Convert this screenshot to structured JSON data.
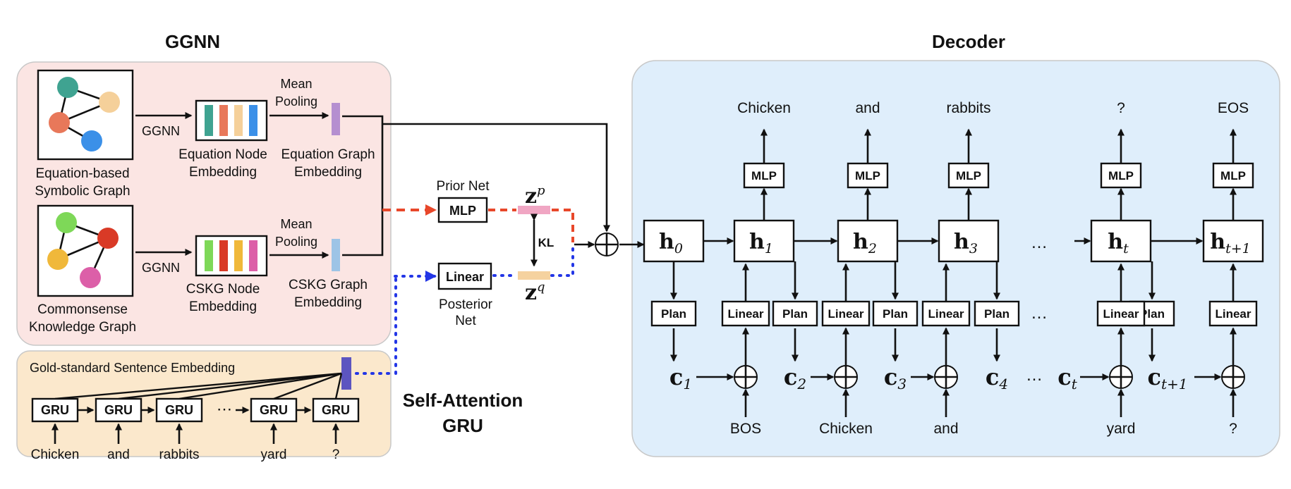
{
  "titles": {
    "ggnn": "GGNN",
    "decoder": "Decoder",
    "self_attention": [
      "Self-Attention",
      "GRU"
    ]
  },
  "encoder": {
    "graph1_label": [
      "Equation-based",
      "Symbolic Graph"
    ],
    "graph2_label": [
      "Commonsense",
      "Knowledge Graph"
    ],
    "ggnn_arrow": "GGNN",
    "node_emb1": [
      "Equation Node",
      "Embedding"
    ],
    "node_emb2": [
      "CSKG Node",
      "Embedding"
    ],
    "mean_pooling": [
      "Mean",
      "Pooling"
    ],
    "graph_emb1": [
      "Equation Graph",
      "Embedding"
    ],
    "graph_emb2": [
      "CSKG Graph",
      "Embedding"
    ]
  },
  "colors": {
    "left_panel": "#fbe5e3",
    "gru_panel": "#fbe8cc",
    "decoder_panel": "#dfeefb",
    "prior_line": "#e8472a",
    "posterior_line": "#2336e6",
    "node_teal": "#3fa391",
    "node_orange": "#e8785a",
    "node_peach": "#f5d09a",
    "node_blue": "#3b90e8",
    "node_green": "#7ed858",
    "node_red": "#d93a26",
    "node_yellow": "#f0b83a",
    "node_pink": "#dc5fa8",
    "eq_graph_emb": "#b58fd0",
    "cskg_graph_emb": "#9dc4e6",
    "zp_bar": "#f0a6c3",
    "zq_bar": "#f5d29f",
    "gold_emb": "#5c55c0"
  },
  "gru": {
    "title": "Gold-standard Sentence Embedding",
    "cell": "GRU",
    "words": [
      "Chicken",
      "and",
      "rabbits",
      "yard",
      "?"
    ]
  },
  "latent": {
    "prior_net": "Prior Net",
    "mlp": "MLP",
    "linear": "Linear",
    "posterior_net": [
      "Posterior",
      "Net"
    ],
    "kl": "KL",
    "zp": "z",
    "zp_sup": "p",
    "zq": "z",
    "zq_sup": "q"
  },
  "decoder": {
    "mlp": "MLP",
    "linear": "Linear",
    "plan": "Plan",
    "outputs": [
      "Chicken",
      "and",
      "rabbits",
      "?",
      "EOS"
    ],
    "inputs": [
      "BOS",
      "Chicken",
      "and",
      "yard",
      "?"
    ],
    "hidden": [
      {
        "base": "h",
        "sub": "0"
      },
      {
        "base": "h",
        "sub": "1"
      },
      {
        "base": "h",
        "sub": "2"
      },
      {
        "base": "h",
        "sub": "3"
      },
      {
        "base": "h",
        "sub": "t"
      },
      {
        "base": "h",
        "sub": "t+1"
      }
    ],
    "context": [
      {
        "base": "c",
        "sub": "1"
      },
      {
        "base": "c",
        "sub": "2"
      },
      {
        "base": "c",
        "sub": "3"
      },
      {
        "base": "c",
        "sub": "4"
      },
      {
        "base": "c",
        "sub": "t"
      },
      {
        "base": "c",
        "sub": "t+1"
      }
    ],
    "ellipsis": "…",
    "ellipsis_gru": "⋯"
  }
}
